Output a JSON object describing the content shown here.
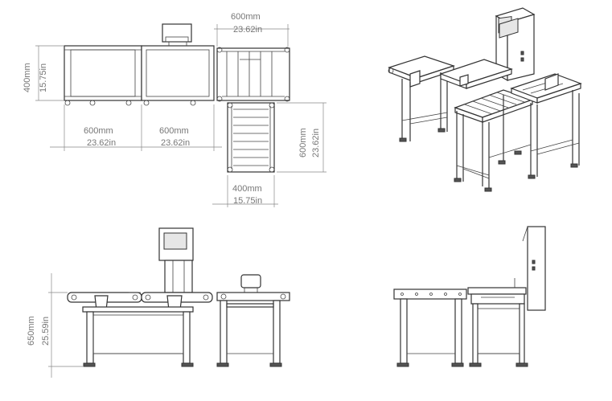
{
  "dimensions": {
    "top_width_mm": "600mm",
    "top_width_in": "23.62in",
    "left_height_mm": "400mm",
    "left_height_in": "15.75in",
    "bottom_left_mm": "600mm",
    "bottom_left_in": "23.62in",
    "bottom_mid_mm": "600mm",
    "bottom_mid_in": "23.62in",
    "right_height_mm": "600mm",
    "right_height_in": "23.62in",
    "bottom_right_mm": "400mm",
    "bottom_right_in": "15.75in",
    "front_height_mm": "650mm",
    "front_height_in": "25.59in"
  },
  "colors": {
    "line": "#333333",
    "dimension": "#888888",
    "text": "#777777"
  }
}
